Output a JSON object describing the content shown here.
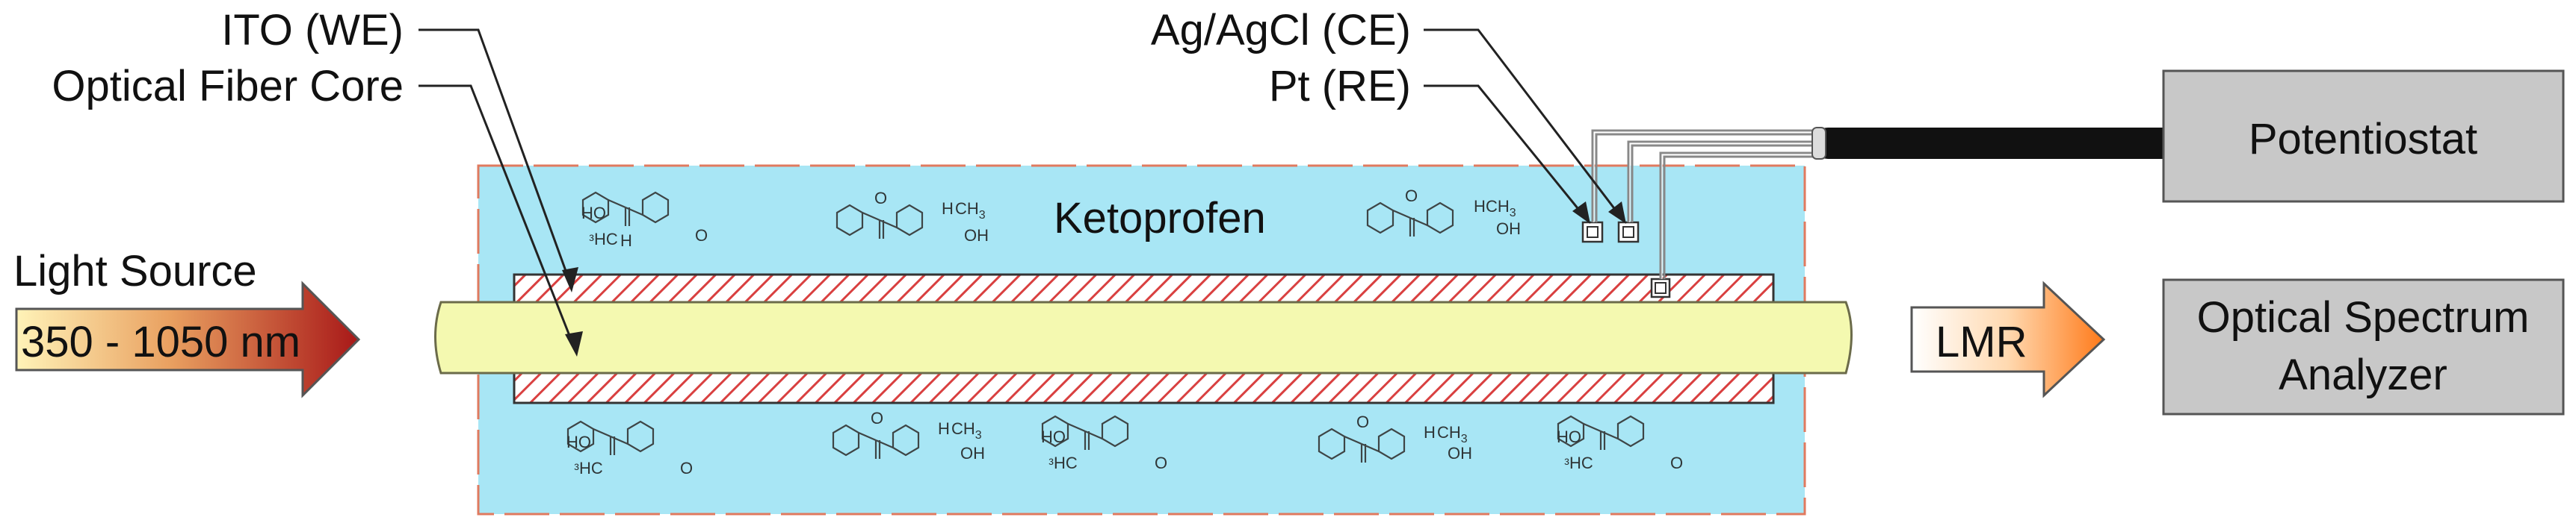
{
  "labels": {
    "ito": "ITO (WE)",
    "fiber_core": "Optical Fiber Core",
    "ag_agcl": "Ag/AgCl (CE)",
    "pt": "Pt (RE)",
    "light_source": "Light Source",
    "wavelength_range": "350 - 1050 nm",
    "analyte": "Ketoprofen",
    "lmr": "LMR",
    "potentiostat": "Potentiostat",
    "osa_line1": "Optical Spectrum",
    "osa_line2": "Analyzer"
  },
  "molecule_text": {
    "oh": "OH",
    "ho": "HO",
    "h": "H",
    "o": "O",
    "ch3": "CH",
    "three": "3",
    "hc3": "ᵌHC",
    "hc3_alt": "ᵌHC"
  },
  "colors": {
    "solution": "#a8e6f5",
    "solution_border": "#e07a5f",
    "fiber": "#f4f9b0",
    "fiber_border": "#6b6b4a",
    "ito_hatch": "#d94040",
    "arrow_dark": "#b02020",
    "arrow_light": "#ffe9a8",
    "box_fill": "#c8c8c8",
    "cable": "#111111"
  }
}
